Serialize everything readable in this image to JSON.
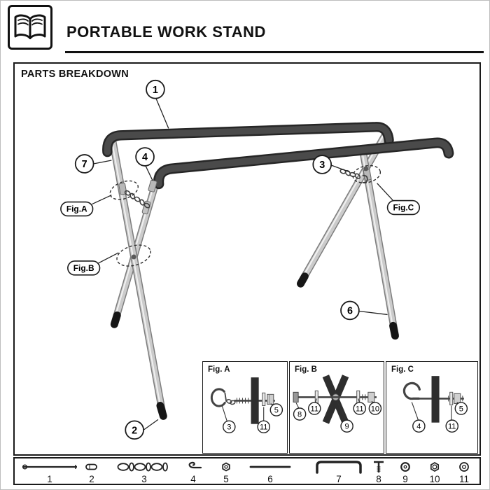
{
  "header": {
    "title": "PORTABLE WORK STAND",
    "logo_icon": "open-book-icon"
  },
  "section": {
    "title": "PARTS BREAKDOWN"
  },
  "palette": {
    "rail_dark": "#3a3a3a",
    "leg_silver": "#cbcbcb",
    "line": "#1a1a1a"
  },
  "diagram": {
    "callouts": {
      "top_rail": "1",
      "left_leg": "7",
      "left_clamp": "4",
      "right_chain": "3",
      "front_foot": "2",
      "right_leg": "6"
    },
    "figure_labels": {
      "a": "Fig.A",
      "b": "Fig.B",
      "c": "Fig.C"
    }
  },
  "insets": {
    "a": {
      "title": "Fig. A",
      "callouts": {
        "hook": "3",
        "washer": "11",
        "nut": "5"
      }
    },
    "b": {
      "title": "Fig. B",
      "callouts": {
        "bolt": "8",
        "washer_left": "11",
        "washer_right": "11",
        "nut": "10",
        "spacer": "9"
      }
    },
    "c": {
      "title": "Fig. C",
      "callouts": {
        "hook": "4",
        "washer": "11",
        "nut": "5"
      }
    }
  },
  "parts_list": {
    "numbers": [
      "1",
      "2",
      "3",
      "4",
      "5",
      "6",
      "7",
      "8",
      "9",
      "10",
      "11"
    ]
  }
}
